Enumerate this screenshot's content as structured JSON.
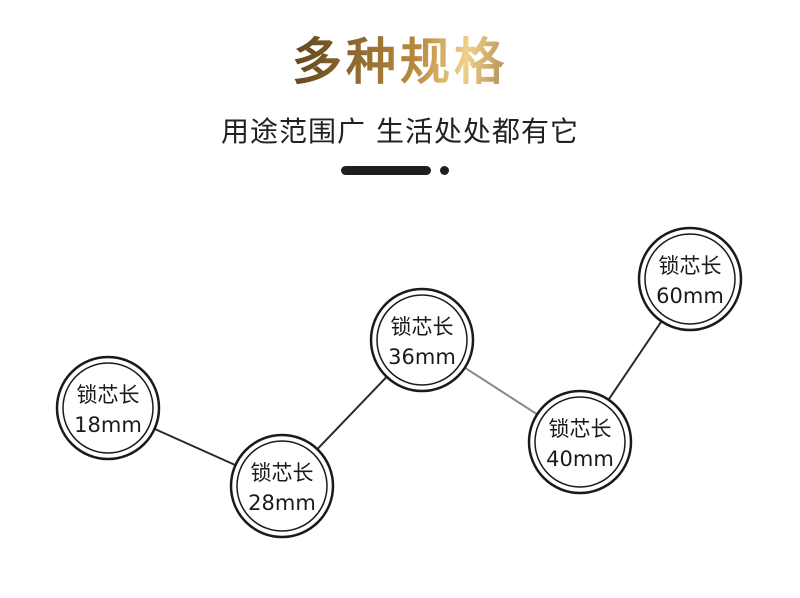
{
  "header": {
    "title": "多种规格",
    "subtitle": "用途范围广 生活处处都有它"
  },
  "nodes": [
    {
      "label": "锁芯长",
      "value": "18mm"
    },
    {
      "label": "锁芯长",
      "value": "28mm"
    },
    {
      "label": "锁芯长",
      "value": "36mm"
    },
    {
      "label": "锁芯长",
      "value": "40mm"
    },
    {
      "label": "锁芯长",
      "value": "60mm"
    }
  ],
  "colors": {
    "ring": "#1a1a1a",
    "connector": "#2a2a2a",
    "connector_light": "#888888"
  }
}
